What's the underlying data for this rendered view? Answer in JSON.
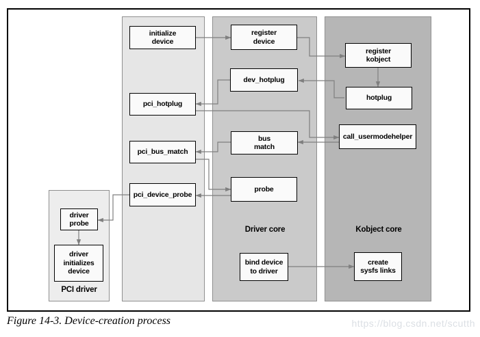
{
  "caption": "Figure 14-3. Device-creation process",
  "watermark_text": "https://blog.csdn.net/scutth",
  "colors": {
    "lane_pci_core": "#e6e6e6",
    "lane_driver_core": "#cacaca",
    "lane_kobject_core": "#b6b6b6",
    "pci_driver_panel": "#ededed",
    "box_fill": "#fafafa",
    "box_border": "#000000",
    "arrow": "#7f7f7f",
    "watermark": "#dbdfe4"
  },
  "diagram": {
    "lane_labels": {
      "driver_core": "Driver core",
      "kobject_core": "Kobject core",
      "pci_driver": "PCI driver"
    },
    "boxes": {
      "initialize_device": "initialize\ndevice",
      "register_device": "register\ndevice",
      "register_kobject": "register\nkobject",
      "dev_hotplug": "dev_hotplug",
      "pci_hotplug": "pci_hotplug",
      "hotplug": "hotplug",
      "call_usermodehelper": "call_usermodehelper",
      "bus_match": "bus\nmatch",
      "pci_bus_match": "pci_bus_match",
      "probe": "probe",
      "pci_device_probe": "pci_device_probe",
      "driver_probe": "driver\nprobe",
      "driver_initializes_device": "driver\ninitializes\ndevice",
      "bind_device_to_driver": "bind device\nto driver",
      "create_sysfs_links": "create\nsysfs links"
    }
  }
}
